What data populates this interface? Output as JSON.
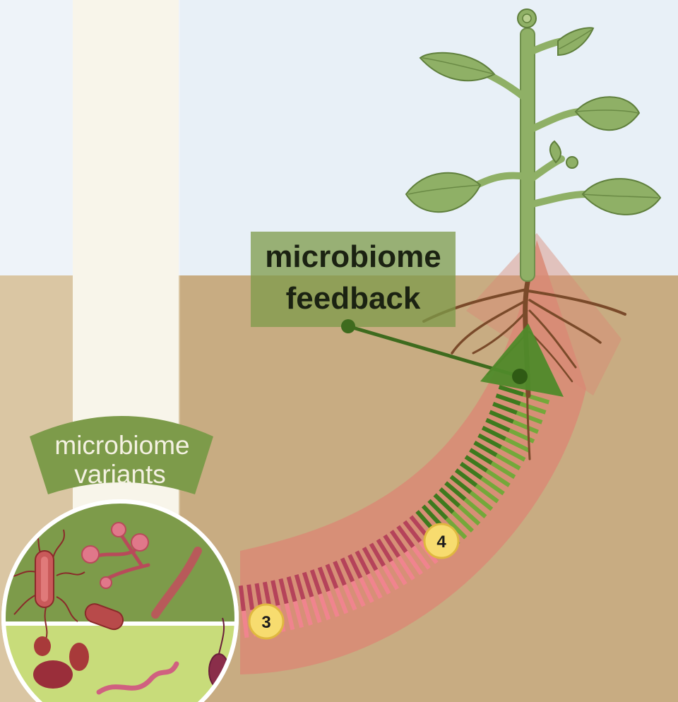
{
  "diagram": {
    "feedback_label": {
      "line1": "microbiome",
      "line2": "feedback"
    },
    "variants_label": {
      "line1": "microbiome",
      "line2": "variants"
    },
    "markers": [
      {
        "number": "3"
      },
      {
        "number": "4"
      }
    ],
    "colors": {
      "sky": "#e8f0f7",
      "soil": "#c8ac82",
      "column": "#f8f5ea",
      "arc": "#d98a76",
      "stripe_dark": "#b5435a",
      "stripe_light": "#f0848e",
      "stripe_green_dark": "#3e7a1e",
      "stripe_green_light": "#74a83a",
      "plant_green": "#8fb066",
      "root_brown": "#7a4a2a",
      "label_green": "#7d9b4a",
      "marker_yellow": "#f7dc6f"
    }
  }
}
